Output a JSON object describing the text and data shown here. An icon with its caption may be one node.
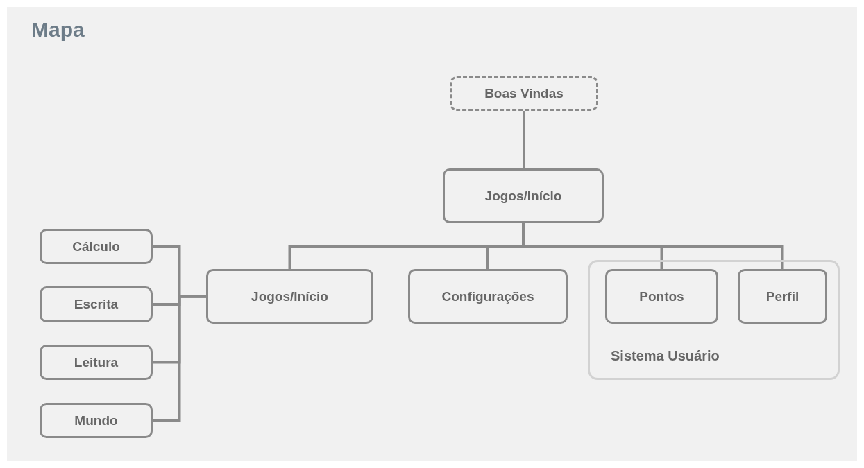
{
  "diagram": {
    "title": "Mapa",
    "nodes": [
      {
        "text": [
          "Boas Vindas"
        ]
      },
      {
        "text": [
          "Jogos/Início"
        ]
      },
      {
        "text": [
          "Cálculo"
        ]
      },
      {
        "text": [
          "Escrita"
        ]
      },
      {
        "text": [
          "Leitura"
        ]
      },
      {
        "text": [
          "Mundo"
        ]
      },
      {
        "text": [
          "Jogos/Início"
        ]
      },
      {
        "text": [
          "Configurações"
        ]
      },
      {
        "text": [
          "Sistema Usuário"
        ]
      },
      {
        "text": [
          "Pontos"
        ],
        "in": 8
      },
      {
        "text": [
          "Perfil"
        ],
        "in": 8
      }
    ],
    "edges": [
      {
        "from": 0,
        "to": 1,
        "arrow": "none"
      },
      {
        "from": 1,
        "to": 6,
        "arrow": "none"
      },
      {
        "from": 1,
        "to": 7,
        "arrow": "none"
      },
      {
        "from": 1,
        "to": 9,
        "arrow": "none"
      },
      {
        "from": 1,
        "to": 10,
        "arrow": "none"
      },
      {
        "from": 6,
        "to": 2,
        "arrow": "none"
      },
      {
        "from": 6,
        "to": 3,
        "arrow": "none"
      },
      {
        "from": 6,
        "to": 4,
        "arrow": "none"
      },
      {
        "from": 6,
        "to": 5,
        "arrow": "none"
      }
    ]
  }
}
